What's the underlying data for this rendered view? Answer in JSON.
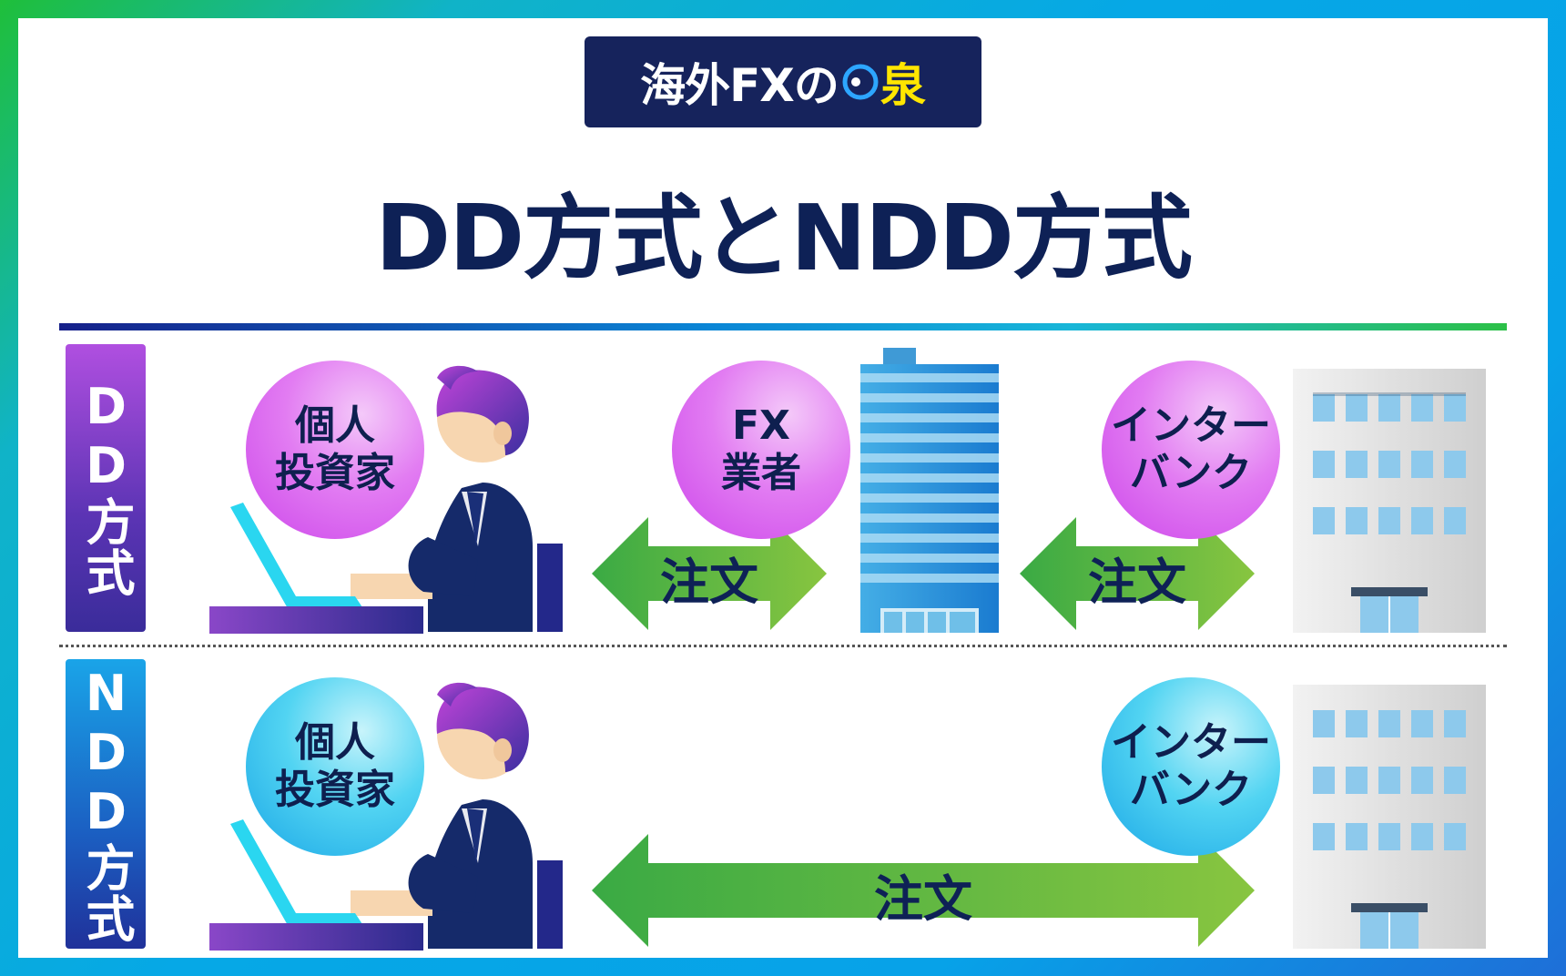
{
  "logo": {
    "text": "海外FXの",
    "accent": "泉"
  },
  "title": "DD方式とNDD方式",
  "rows": {
    "dd": {
      "label": "DD方式",
      "investor": [
        "個人",
        "投資家"
      ],
      "broker": [
        "FX",
        "業者"
      ],
      "interbank": [
        "インター",
        "バンク"
      ],
      "order_left": "注文",
      "order_right": "注文"
    },
    "ndd": {
      "label": "NDD方式",
      "investor": [
        "個人",
        "投資家"
      ],
      "interbank": [
        "インター",
        "バンク"
      ],
      "order": "注文"
    }
  },
  "colors": {
    "navy": "#0e2156",
    "green_arrow": "#3fb948",
    "purple_bubble": "#d85af0",
    "blue_bubble": "#34c0ef"
  },
  "icons": [
    "person-at-laptop-icon",
    "skyscraper-icon",
    "office-building-icon",
    "double-arrow-icon"
  ]
}
